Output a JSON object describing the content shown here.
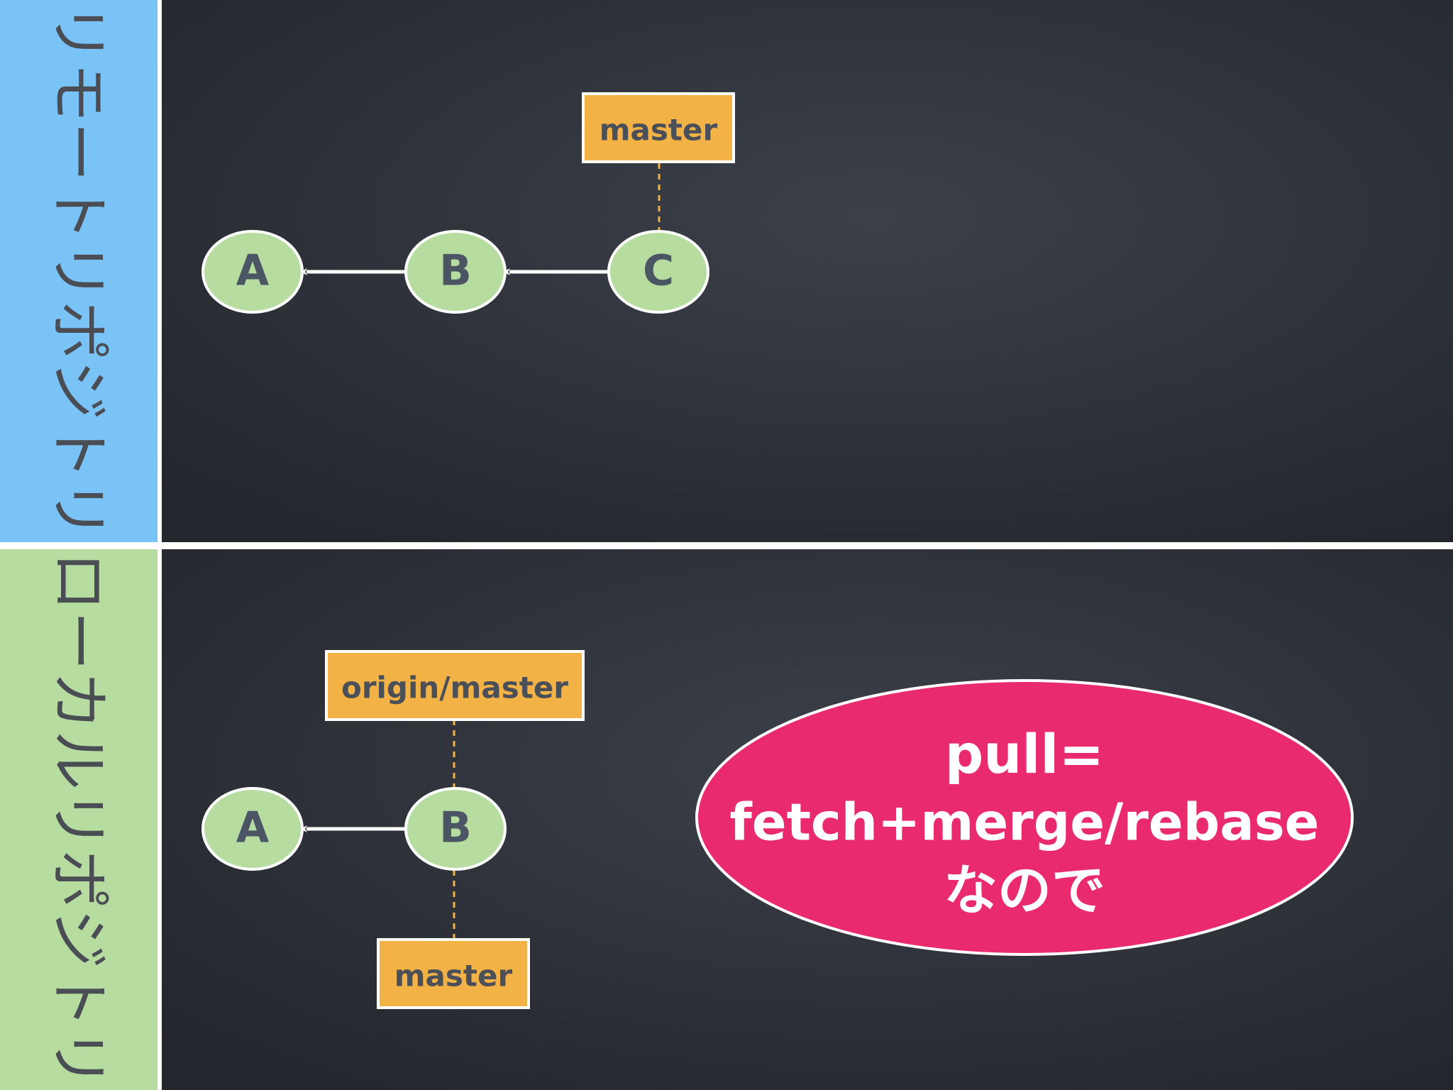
{
  "colors": {
    "board": "#33363e",
    "board_dark": "#262930",
    "remote_band": "#79c3f7",
    "local_band": "#b7dca0",
    "band_text": "#4a4d54",
    "commit_fill": "#b7dca0",
    "commit_text": "#4b5563",
    "ref_fill": "#f2b246",
    "ref_text": "#4b4f57",
    "connector": "#f2b246",
    "arrow": "#ffffff",
    "callout_fill": "#ea2a6e",
    "callout_text": "#ffffff"
  },
  "remote": {
    "label": "リモートリポジトリ",
    "commits": [
      "A",
      "B",
      "C"
    ],
    "refs": {
      "master": "master"
    }
  },
  "local": {
    "label": "ローカルリポジトリ",
    "commits": [
      "A",
      "B"
    ],
    "refs": {
      "origin_master": "origin/master",
      "master": "master"
    }
  },
  "callout": {
    "line1": "pull=",
    "line2": "fetch+merge/rebase",
    "line3": "なので"
  }
}
